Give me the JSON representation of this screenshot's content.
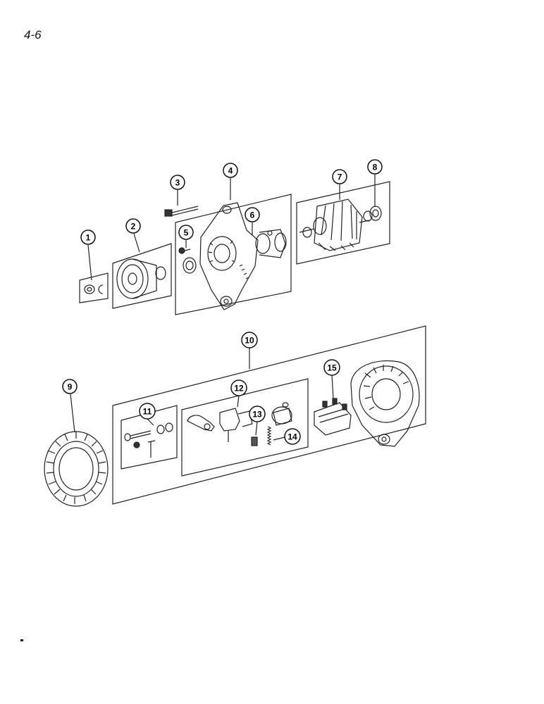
{
  "page": {
    "number": "4-6"
  },
  "callouts": [
    {
      "label": "1"
    },
    {
      "label": "2"
    },
    {
      "label": "3"
    },
    {
      "label": "4"
    },
    {
      "label": "5"
    },
    {
      "label": "6"
    },
    {
      "label": "7"
    },
    {
      "label": "8"
    },
    {
      "label": "9"
    },
    {
      "label": "10"
    },
    {
      "label": "11"
    },
    {
      "label": "12"
    },
    {
      "label": "13"
    },
    {
      "label": "14"
    },
    {
      "label": "15"
    }
  ]
}
